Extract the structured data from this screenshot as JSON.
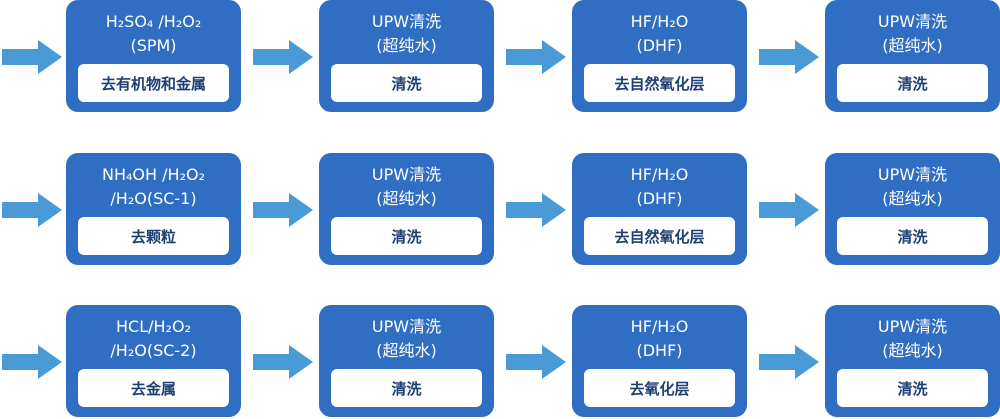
{
  "rows": [
    {
      "steps": [
        {
          "l1": "H₂SO₄ /H₂O₂",
          "l2": "(SPM)",
          "action": "去有机物和金属"
        },
        {
          "l1": "UPW清洗",
          "l2": "(超纯水)",
          "action": "清洗"
        },
        {
          "l1": "HF/H₂O",
          "l2": "(DHF)",
          "action": "去自然氧化层"
        },
        {
          "l1": "UPW清洗",
          "l2": "(超纯水)",
          "action": "清洗"
        }
      ]
    },
    {
      "steps": [
        {
          "l1": "NH₄OH /H₂O₂",
          "l2": "/H₂O(SC-1)",
          "action": "去颗粒"
        },
        {
          "l1": "UPW清洗",
          "l2": "(超纯水)",
          "action": "清洗"
        },
        {
          "l1": "HF/H₂O",
          "l2": "(DHF)",
          "action": "去自然氧化层"
        },
        {
          "l1": "UPW清洗",
          "l2": "(超纯水)",
          "action": "清洗"
        }
      ]
    },
    {
      "steps": [
        {
          "l1": "HCL/H₂O₂",
          "l2": "/H₂O(SC-2)",
          "action": "去金属"
        },
        {
          "l1": "UPW清洗",
          "l2": "(超纯水)",
          "action": "清洗"
        },
        {
          "l1": "HF/H₂O",
          "l2": "(DHF)",
          "action": "去氧化层"
        },
        {
          "l1": "UPW清洗",
          "l2": "(超纯水)",
          "action": "清洗"
        }
      ]
    }
  ],
  "colors": {
    "box": "#2f6ec3",
    "arrow": "#4a9ad8",
    "action_text": "#1d3f73"
  }
}
